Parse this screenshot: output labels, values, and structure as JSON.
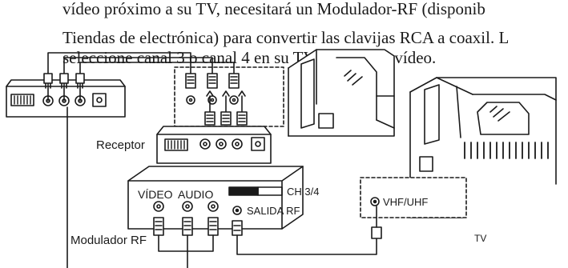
{
  "instruction_text": {
    "line1": "vídeo próximo a su TV, necesitará un Modulador-RF (disponib",
    "line2": "Tiendas de electrónica) para convertir las clavijas RCA a coaxil.  L",
    "line3": "seleccione canal 3 o canal 4 en su TV para ver el vídeo."
  },
  "labels": {
    "receiver": "Receptor",
    "modulator": "Modulador RF",
    "tv": "TV",
    "modulator_video": "VÍDEO",
    "modulator_audio": "AUDIO",
    "modulator_channel": "CH 3/4",
    "modulator_rf_out": "SALIDA RF",
    "tv_input": "VHF/UHF"
  }
}
